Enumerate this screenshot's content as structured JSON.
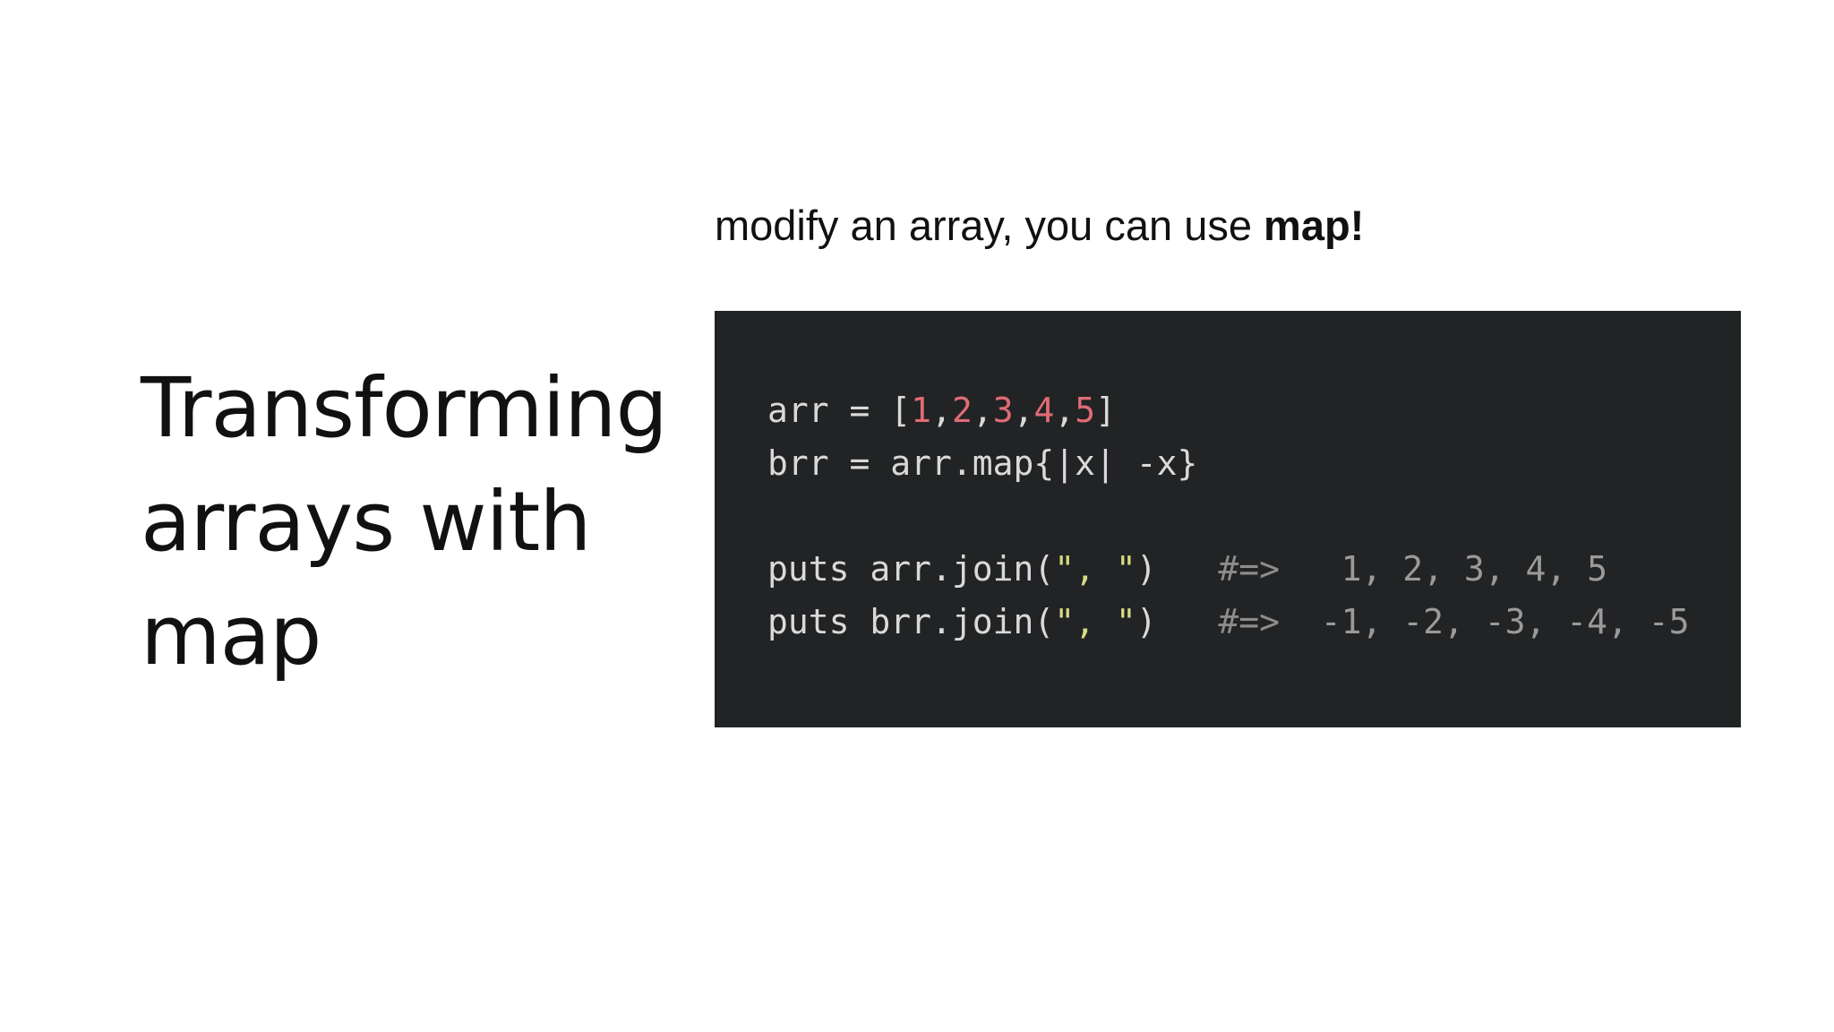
{
  "slide": {
    "title": "Transforming arrays with map"
  },
  "intro": {
    "text": "modify an array, you can use ",
    "emphasis": "map!"
  },
  "code": {
    "line1": {
      "prefix": "arr = [",
      "n1": "1",
      "c1": ",",
      "n2": "2",
      "c2": ",",
      "n3": "3",
      "c3": ",",
      "n4": "4",
      "c4": ",",
      "n5": "5",
      "suffix": "]"
    },
    "line2": {
      "text": "brr = arr.map{|x| -x}"
    },
    "line3": {
      "prefix": "puts arr.join(",
      "string": "\", \"",
      "suffix": ")",
      "spacer": "   ",
      "comment": "#=>",
      "result": "   1, 2, 3, 4, 5"
    },
    "line4": {
      "prefix": "puts brr.join(",
      "string": "\", \"",
      "suffix": ")",
      "spacer": "   ",
      "comment": "#=>",
      "result": "  -1, -2, -3, -4, -5"
    }
  },
  "colors": {
    "code_background": "#222324",
    "code_text": "#d9d9d9",
    "number": "#e06c75",
    "string": "#d7db84",
    "comment": "#8c8c8c"
  }
}
